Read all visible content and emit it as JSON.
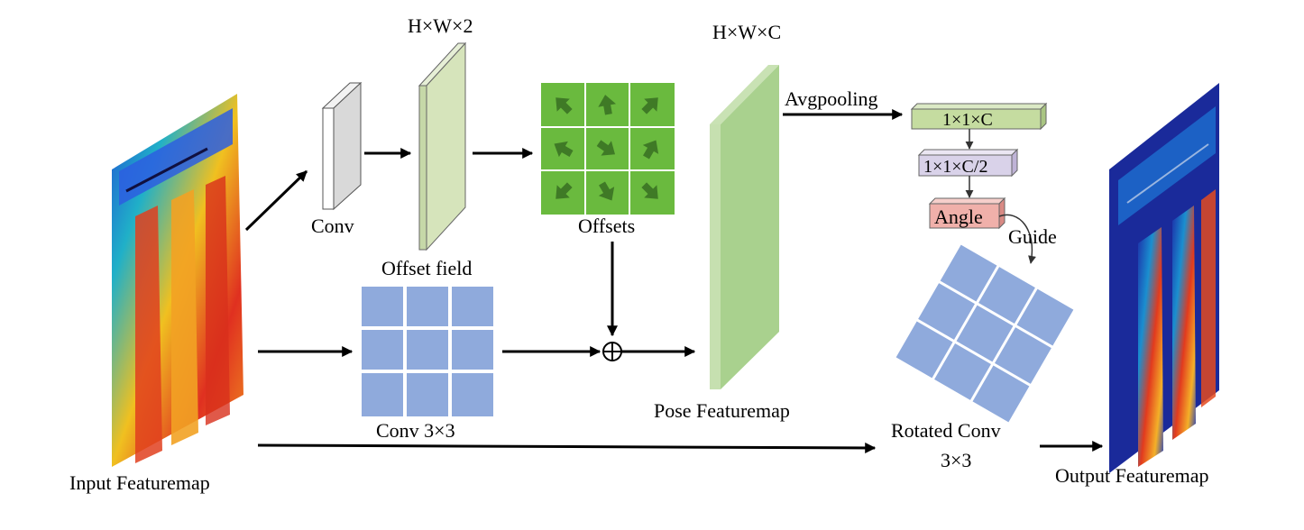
{
  "labels": {
    "input_featuremap": "Input Featuremap",
    "conv": "Conv",
    "offset_field": "Offset field",
    "offset_field_dim": "H×W×2",
    "offsets": "Offsets",
    "conv3x3": "Conv 3×3",
    "pose_featuremap": "Pose Featuremap",
    "pose_dim": "H×W×C",
    "avgpooling": "Avgpooling",
    "box_1x1xC": "1×1×C",
    "box_1x1xC2": "1×1×C/2",
    "angle": "Angle",
    "guide": "Guide",
    "rotated_conv_line1": "Rotated Conv",
    "rotated_conv_line2": "3×3",
    "output_featuremap": "Output Featuremap"
  },
  "colors": {
    "offset_field_face": "#d6e4bb",
    "offsets_grid": "#6aba3e",
    "offsets_arrow": "#3f7a26",
    "kernel_blue": "#8faadc",
    "pose_green": "#a9d18e",
    "box_green": "#c5dca0",
    "box_lavender": "#d9d2e9",
    "box_angle": "#f0b0aa"
  },
  "icons": {
    "sum_node": "circle-plus-icon",
    "offset_arrows": "arrow-icon"
  }
}
